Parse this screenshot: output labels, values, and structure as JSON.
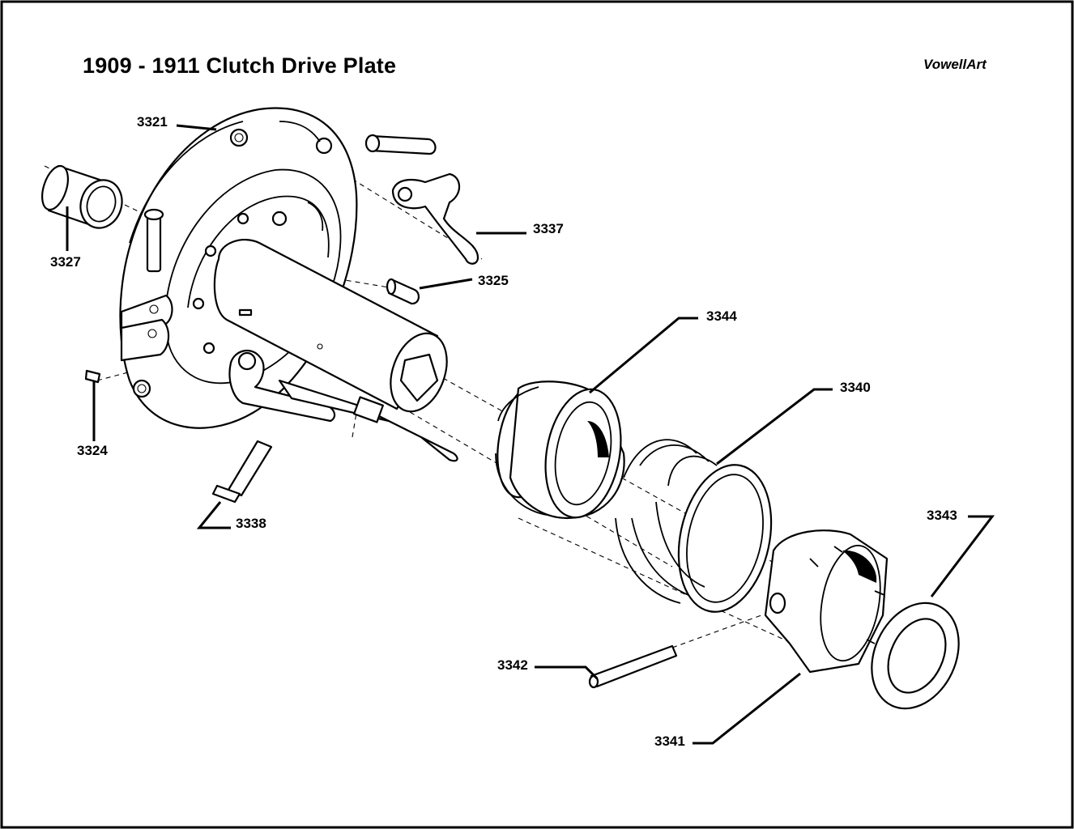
{
  "title": "1909 - 1911 Clutch Drive Plate",
  "credit": "VowellArt",
  "callouts": {
    "c3321": "3321",
    "c3327": "3327",
    "c3337": "3337",
    "c3325": "3325",
    "c3344": "3344",
    "c3340": "3340",
    "c3324": "3324",
    "c3338": "3338",
    "c3343": "3343",
    "c3342": "3342",
    "c3341": "3341"
  }
}
